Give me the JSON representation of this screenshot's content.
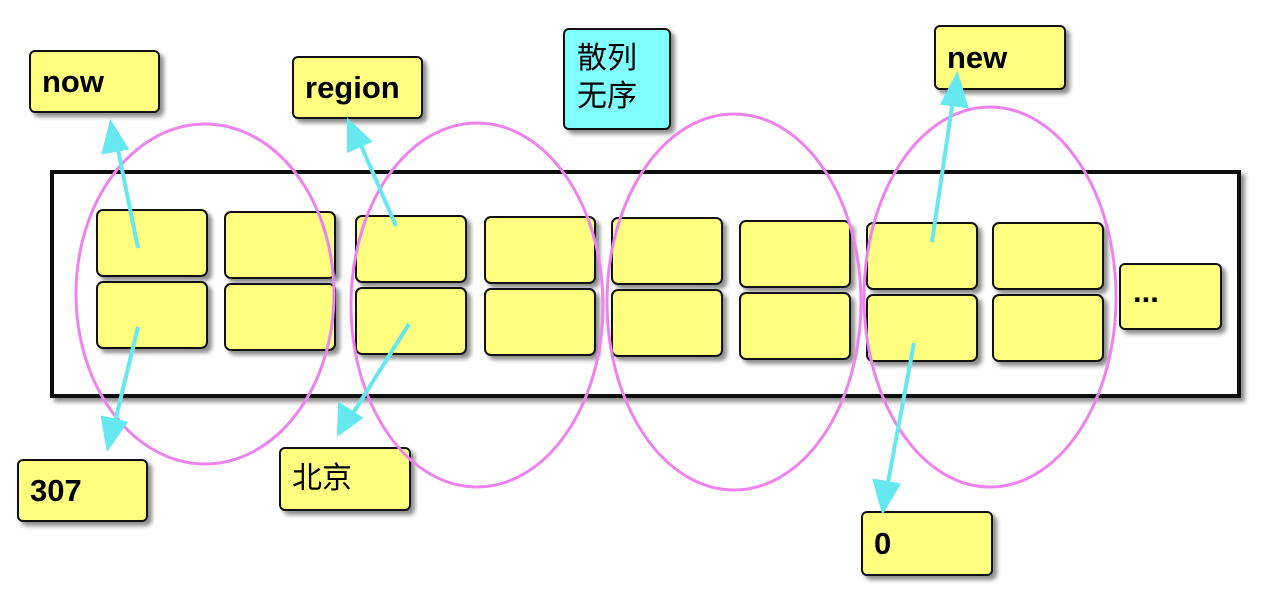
{
  "labels": {
    "now": "now",
    "region": "region",
    "new": "new",
    "value_307": "307",
    "value_beijing": "北京",
    "value_zero": "0",
    "more": "..."
  },
  "note": {
    "line1": "散列",
    "line2": "无序"
  },
  "colors": {
    "cell_fill": "#ffff80",
    "note_fill": "#80ffff",
    "ellipse_stroke": "#ee82ee",
    "arrow_color": "#66e8f0",
    "border": "#111111"
  }
}
